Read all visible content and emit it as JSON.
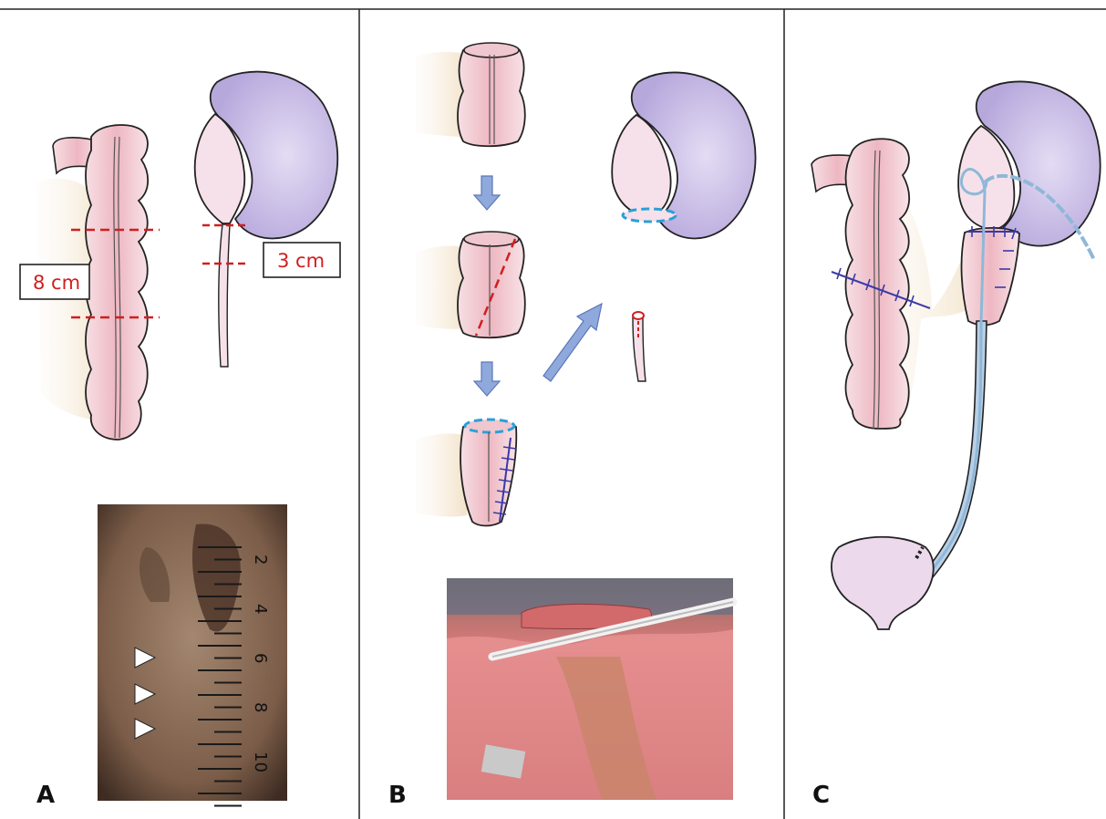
{
  "panels": {
    "a": {
      "letter": "A",
      "colon_segment_label": "8 cm",
      "ureter_segment_label": "3 cm",
      "xray_ruler_ticks": [
        "2",
        "4",
        "6",
        "8",
        "10"
      ]
    },
    "b": {
      "letter": "B"
    },
    "c": {
      "letter": "C"
    }
  },
  "colors": {
    "kidney": "#c9bde8",
    "colon": "#f2c9d0",
    "bladder": "#ecd9ec",
    "cut_line": "#d11e1e",
    "suture": "#3a3aa8",
    "stent": "#8fb8d8",
    "arrow": "#8fa9dc"
  }
}
